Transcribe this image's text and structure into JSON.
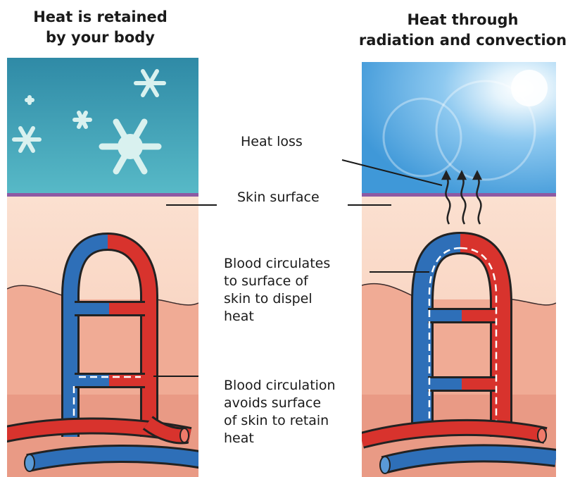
{
  "titles": {
    "left": [
      "Heat is retained",
      "by your body"
    ],
    "right": [
      "Heat through",
      "radiation and convection"
    ]
  },
  "labels": {
    "heat_loss": "Heat loss",
    "skin_surface": "Skin surface",
    "blood_surface": [
      "Blood circulates",
      "to surface of",
      "skin to dispel",
      "heat"
    ],
    "blood_avoid": [
      "Blood circulation",
      "avoids surface",
      "of skin to retain",
      "heat"
    ]
  },
  "colors": {
    "cold_sky": "#3a98ad",
    "warm_sky": "#5fb0e6",
    "skin_light": "#f8d4c0",
    "skin_dark": "#eea78f",
    "surface_line": "#8d5aa3",
    "artery": "#d8332d",
    "vein": "#2e6fb8"
  }
}
